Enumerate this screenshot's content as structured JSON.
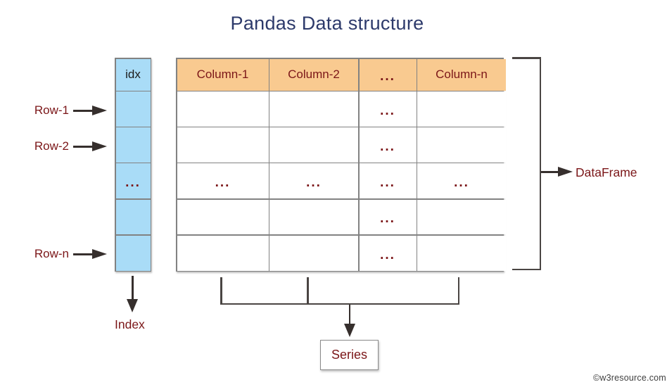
{
  "title": "Pandas Data structure",
  "row_labels": [
    {
      "label": "Row-1"
    },
    {
      "label": "Row-2"
    },
    {
      "label": "Row-n"
    }
  ],
  "index_column": {
    "header": "idx",
    "cells": [
      "",
      "",
      "...",
      "",
      ""
    ],
    "label": "Index"
  },
  "table": {
    "headers": [
      "Column-1",
      "Column-2",
      "...",
      "Column-n"
    ],
    "rows": [
      [
        "",
        "",
        "...",
        ""
      ],
      [
        "",
        "",
        "...",
        ""
      ],
      [
        "...",
        "...",
        "...",
        "..."
      ],
      [
        "",
        "",
        "...",
        ""
      ],
      [
        "",
        "",
        "...",
        ""
      ]
    ]
  },
  "annotations": {
    "dataframe_label": "DataFrame",
    "index_label": "Index",
    "series_label": "Series"
  },
  "watermark": "©w3resource.com",
  "colors": {
    "title": "#2d3a6b",
    "index_cell_fill": "#a9dcf7",
    "header_cell_fill": "#f9ca90",
    "accent_text": "#7b1618",
    "grid_line": "#828282",
    "arrow_line": "#362f2d"
  }
}
